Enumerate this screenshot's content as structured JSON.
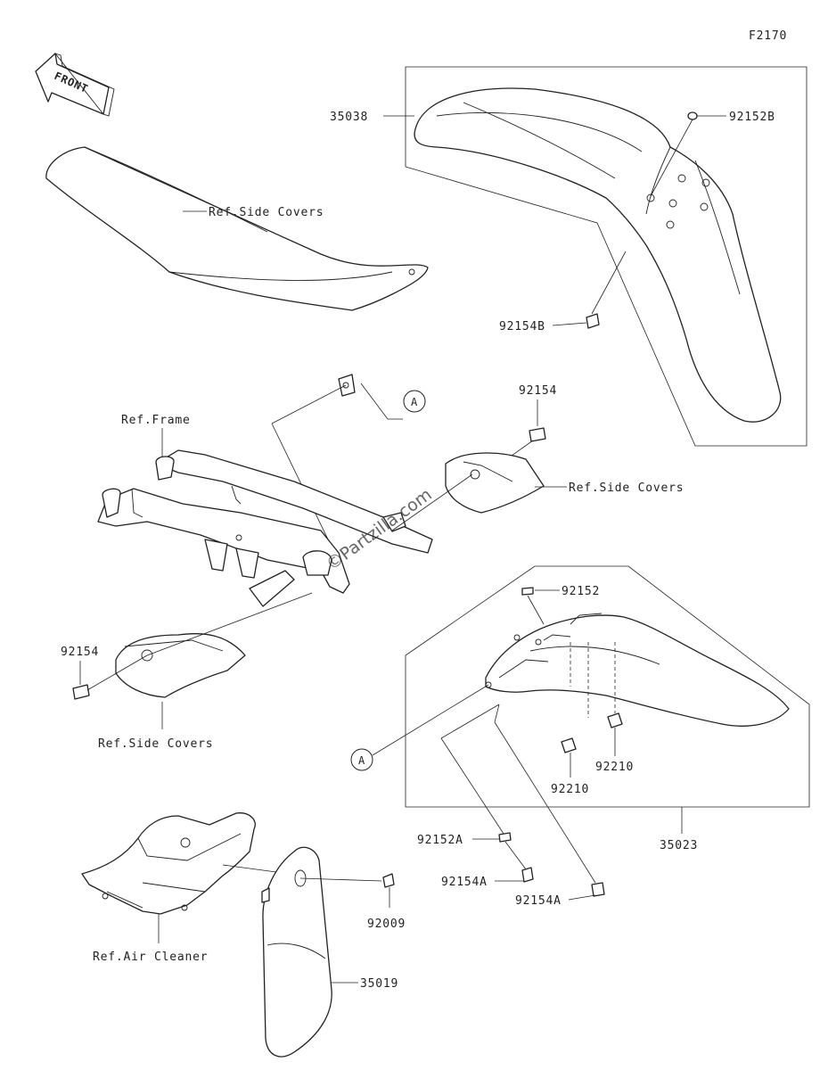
{
  "figure_code": "F2170",
  "front_label": "FRONT",
  "watermark": "©Partzilla.com",
  "callouts": {
    "circle_a_top": "A",
    "circle_a_bottom": "A"
  },
  "labels": {
    "p35038": "35038",
    "p92152B": "92152B",
    "p92154B": "92154B",
    "ref_side_covers_seat": "Ref.Side Covers",
    "ref_frame": "Ref.Frame",
    "p92154_top": "92154",
    "ref_side_covers_right": "Ref.Side Covers",
    "p92152": "92152",
    "p92154_left": "92154",
    "ref_side_covers_left": "Ref.Side Covers",
    "p92210_a": "92210",
    "p92210_b": "92210",
    "p35023": "35023",
    "p92152A": "92152A",
    "p92154A_a": "92154A",
    "p92154A_b": "92154A",
    "p92009": "92009",
    "ref_air_cleaner": "Ref.Air Cleaner",
    "p35019": "35019"
  }
}
